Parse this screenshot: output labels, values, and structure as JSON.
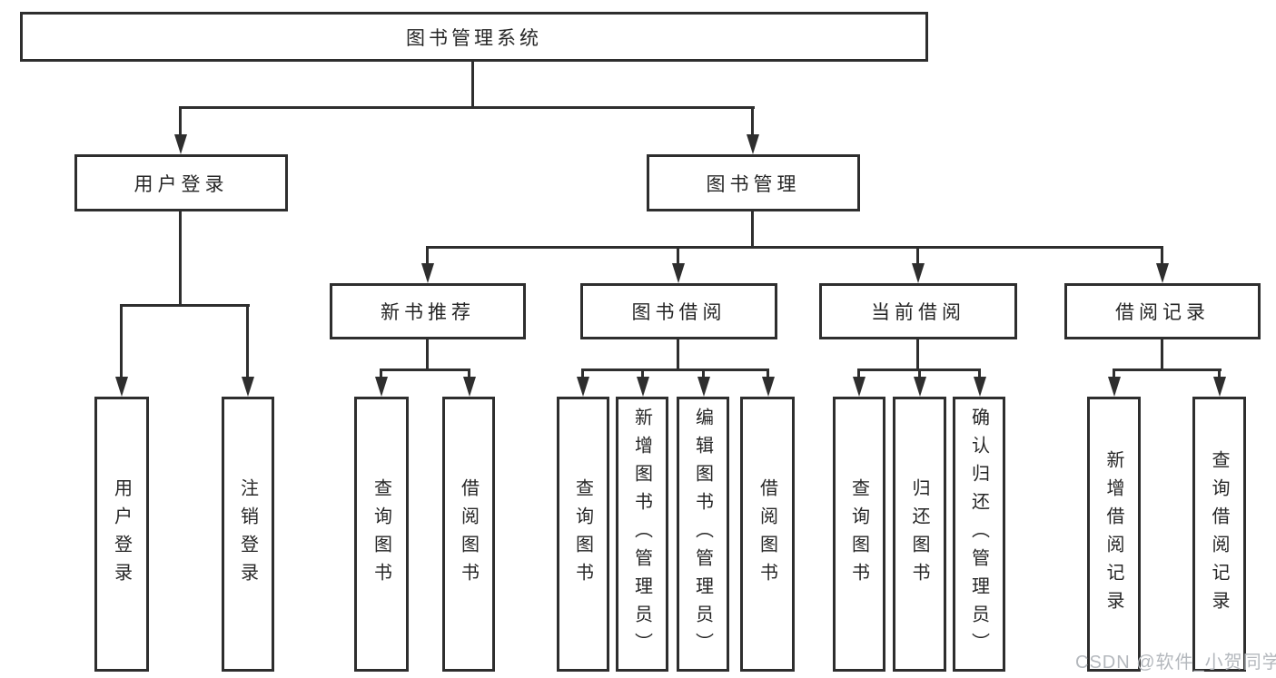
{
  "diagram": {
    "title": "图书管理系统",
    "branches": [
      {
        "label": "用户登录",
        "children": [
          {
            "label": "用户登录"
          },
          {
            "label": "注销登录"
          }
        ]
      },
      {
        "label": "图书管理",
        "children": [
          {
            "label": "新书推荐",
            "children": [
              {
                "label": "查询图书"
              },
              {
                "label": "借阅图书"
              }
            ]
          },
          {
            "label": "图书借阅",
            "children": [
              {
                "label": "查询图书"
              },
              {
                "label": "新增图书（管理员）"
              },
              {
                "label": "编辑图书（管理员）"
              },
              {
                "label": "借阅图书"
              }
            ]
          },
          {
            "label": "当前借阅",
            "children": [
              {
                "label": "查询图书"
              },
              {
                "label": "归还图书"
              },
              {
                "label": "确认归还（管理员）"
              }
            ]
          },
          {
            "label": "借阅记录",
            "children": [
              {
                "label": "新增借阅记录"
              },
              {
                "label": "查询借阅记录"
              }
            ]
          }
        ]
      }
    ],
    "watermark": "CSDN @软件_小贺同学"
  },
  "colors": {
    "line": "#2e2e2e",
    "text": "#262626",
    "watermark": "#b4b8bd",
    "background": "#ffffff"
  }
}
